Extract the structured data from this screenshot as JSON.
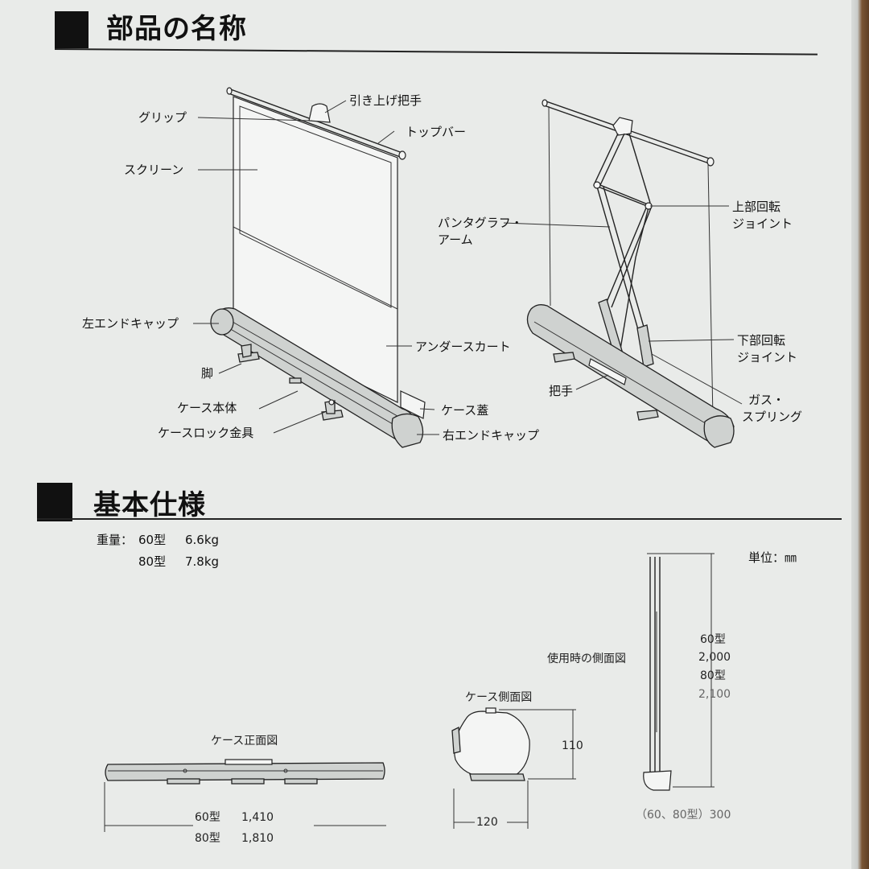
{
  "parts_section": {
    "title": "部品の名称",
    "left_labels": {
      "grip": "グリップ",
      "pull_handle": "引き上げ把手",
      "top_bar": "トップバー",
      "screen": "スクリーン",
      "left_end_cap": "左エンドキャップ",
      "under_skirt": "アンダースカート",
      "leg": "脚",
      "case_body": "ケース本体",
      "case_lid": "ケース蓋",
      "case_lock": "ケースロック金具",
      "right_end_cap": "右エンドキャップ"
    },
    "right_labels": {
      "pantograph_line1": "パンタグラフ・",
      "pantograph_line2": "アーム",
      "upper_joint_line1": "上部回転",
      "upper_joint_line2": "ジョイント",
      "lower_joint_line1": "下部回転",
      "lower_joint_line2": "ジョイント",
      "handle": "把手",
      "gas_spring_line1": "ガス・",
      "gas_spring_line2": "スプリング"
    }
  },
  "spec_section": {
    "title": "基本仕様",
    "weight_label": "重量：",
    "weights": [
      {
        "model": "60型",
        "value": "6.6kg"
      },
      {
        "model": "80型",
        "value": "7.8kg"
      }
    ],
    "unit_label": "単位：㎜",
    "side_view_in_use": {
      "caption": "使用時の側面図",
      "heights": [
        {
          "model": "60型",
          "value": "2,000"
        },
        {
          "model": "80型",
          "value": "2,100"
        }
      ],
      "base_note": "（60、80型）300"
    },
    "case_side_view": {
      "caption": "ケース側面図",
      "height": "110",
      "width": "120"
    },
    "case_front_view": {
      "caption": "ケース正面図",
      "lengths": [
        {
          "model": "60型",
          "value": "1,410"
        },
        {
          "model": "80型",
          "value": "1,810"
        }
      ]
    }
  }
}
